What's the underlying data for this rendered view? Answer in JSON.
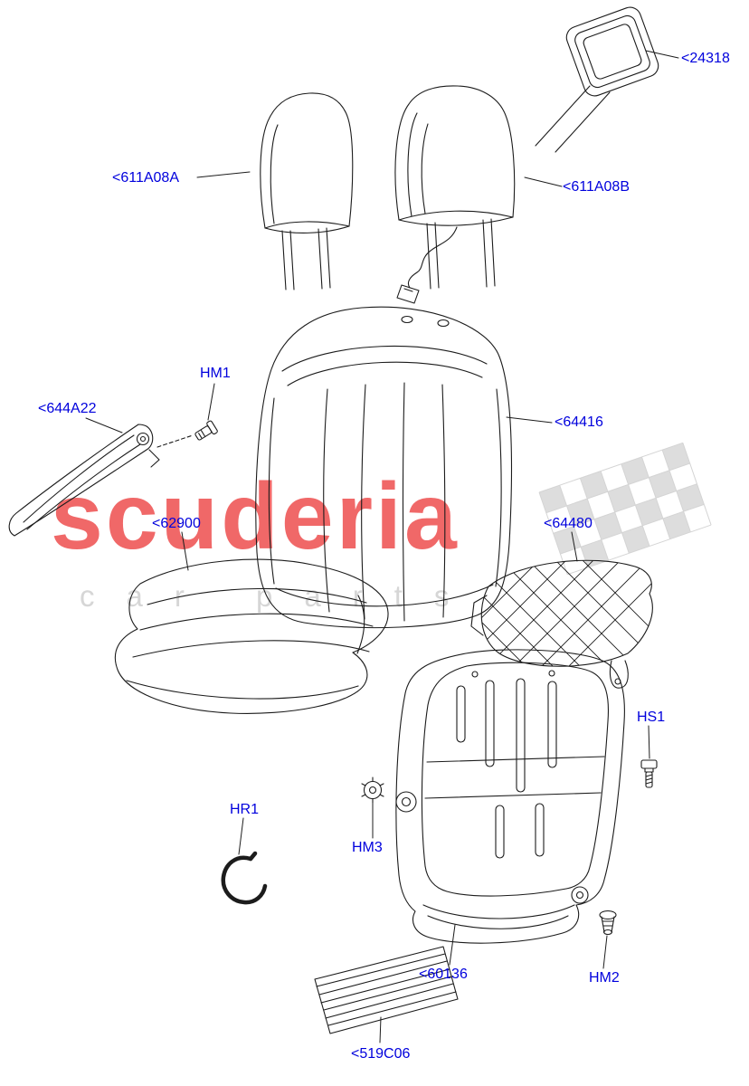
{
  "watermark": {
    "brand": "scuderia",
    "subtext": "car parts",
    "brand_color": "#f06868",
    "subtext_color": "#d6d6d6",
    "checker_color": "#dadada"
  },
  "diagram": {
    "label_color": "#0000dd",
    "line_color": "#1c1c1c",
    "labels": [
      {
        "id": "24318",
        "text": "<24318"
      },
      {
        "id": "611A08A",
        "text": "<611A08A"
      },
      {
        "id": "611A08B",
        "text": "<611A08B"
      },
      {
        "id": "644A22",
        "text": "<644A22"
      },
      {
        "id": "HM1",
        "text": "HM1"
      },
      {
        "id": "64416",
        "text": "<64416"
      },
      {
        "id": "62900",
        "text": "<62900"
      },
      {
        "id": "64480",
        "text": "<64480"
      },
      {
        "id": "HS1",
        "text": "HS1"
      },
      {
        "id": "HR1",
        "text": "HR1"
      },
      {
        "id": "HM3",
        "text": "HM3"
      },
      {
        "id": "60136",
        "text": "<60136"
      },
      {
        "id": "HM2",
        "text": "HM2"
      },
      {
        "id": "519C06",
        "text": "<519C06"
      }
    ]
  }
}
